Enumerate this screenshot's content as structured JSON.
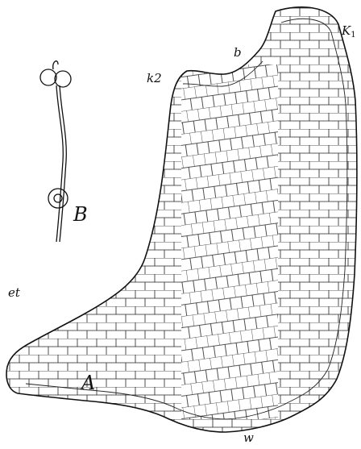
{
  "figure": {
    "labels": {
      "k1": "K",
      "k1_sub": "1",
      "k2": "k2",
      "b": "b",
      "et": "et",
      "w": "w",
      "panel_a": "A",
      "panel_b": "B"
    },
    "ink_color": "#1a1a1a"
  }
}
